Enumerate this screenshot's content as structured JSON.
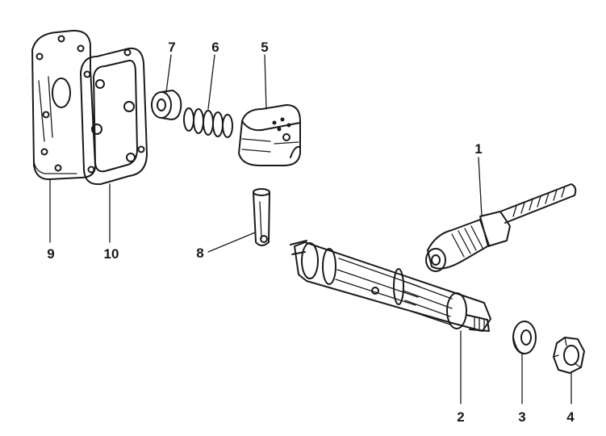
{
  "diagram": {
    "type": "exploded-parts-drawing",
    "callouts": [
      {
        "id": "part-1",
        "label": "1"
      },
      {
        "id": "part-2",
        "label": "2"
      },
      {
        "id": "part-3",
        "label": "3"
      },
      {
        "id": "part-4",
        "label": "4"
      },
      {
        "id": "part-5",
        "label": "5"
      },
      {
        "id": "part-6",
        "label": "6"
      },
      {
        "id": "part-7",
        "label": "7"
      },
      {
        "id": "part-8",
        "label": "8"
      },
      {
        "id": "part-9",
        "label": "9"
      },
      {
        "id": "part-10",
        "label": "10"
      }
    ]
  }
}
